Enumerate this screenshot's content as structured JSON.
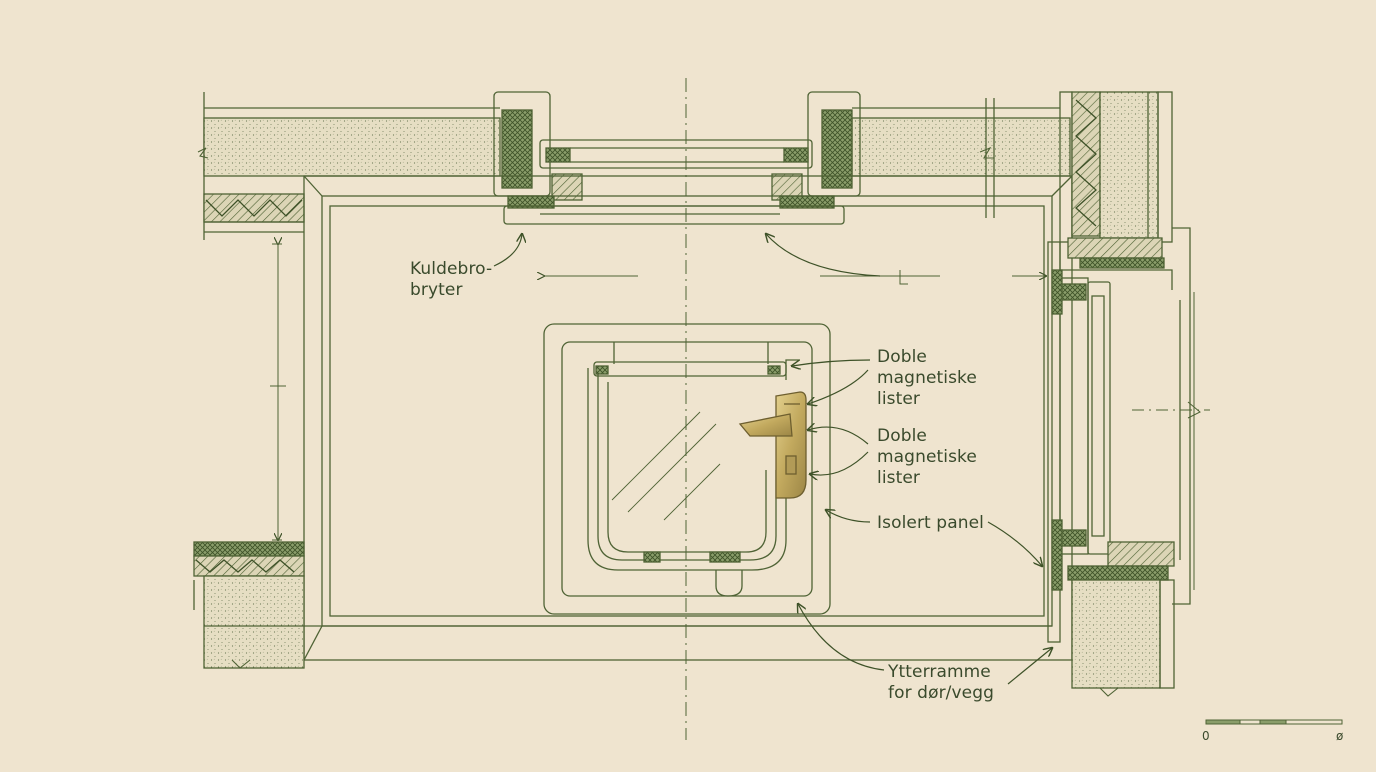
{
  "labels": {
    "thermal_break": "Kuldebro-\nbryter",
    "magnetic_strips_1": "Doble\nmagnetiske\nlister",
    "magnetic_strips_2": "Doble\nmagnetiske\nlister",
    "insulated_panel": "Isolert panel",
    "outer_frame": "Ytterramme\nfor dør/vegg"
  },
  "scale": {
    "start": "0",
    "end": "ø"
  },
  "colors": {
    "paper": "#efe4cf",
    "line": "#4f6335",
    "fill_green": "#8a9d6a",
    "insulation": "#e4dcbf",
    "brass": "#c8b26a",
    "text": "#3a4a2c"
  }
}
